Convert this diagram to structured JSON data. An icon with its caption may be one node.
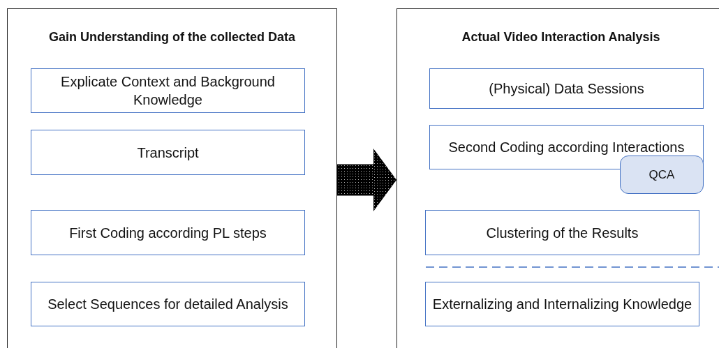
{
  "diagram": {
    "nodes": [
      {
        "text": [
          "Gain Understanding of the collected Data"
        ]
      },
      {
        "text": [
          "Explicate Context and Background Knowledge"
        ],
        "in": 0
      },
      {
        "text": [
          "Transcript"
        ],
        "in": 0
      },
      {
        "text": [
          "First Coding according PL steps"
        ],
        "in": 0
      },
      {
        "text": [
          "Select Sequences for detailed Analysis"
        ],
        "in": 0
      },
      {
        "text": [
          "Actual Video Interaction Analysis"
        ]
      },
      {
        "text": [
          "(Physical) Data Sessions"
        ],
        "in": 5
      },
      {
        "text": [
          "Second Coding according Interactions"
        ],
        "in": 5
      },
      {
        "text": [
          "QCA"
        ],
        "in": 5
      },
      {
        "text": [
          "Clustering of the Results"
        ],
        "in": 5
      },
      {
        "text": [
          "Externalizing and Internalizing Knowledge"
        ],
        "in": 5
      }
    ],
    "edges": [
      {
        "from": 0,
        "to": 5,
        "arrow": "to",
        "style": "thick"
      }
    ]
  }
}
